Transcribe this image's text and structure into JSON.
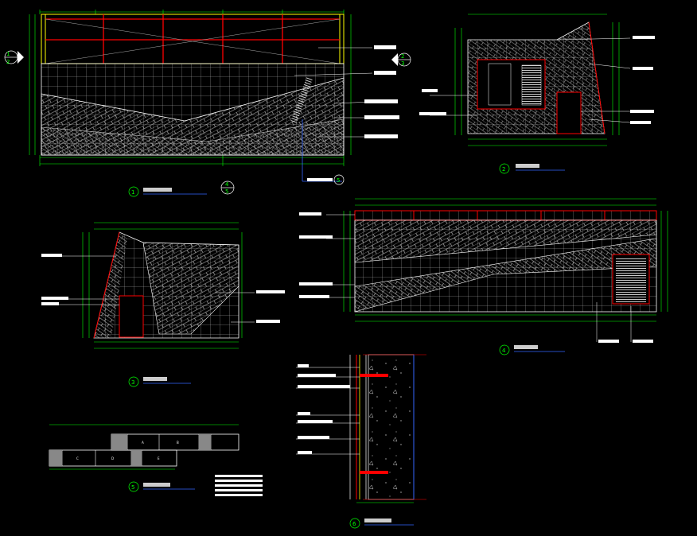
{
  "drawing": {
    "colors": {
      "background": "#000000",
      "dimension": "#00ff00",
      "outline": "#ffffff",
      "frame": "#ffff00",
      "steel": "#ff0000",
      "grid": "#ffffff",
      "section_line": "#3366ff"
    },
    "views": [
      {
        "id": "view-1",
        "number": "1",
        "title": "",
        "scale": ""
      },
      {
        "id": "view-2",
        "number": "2",
        "title": "",
        "scale": ""
      },
      {
        "id": "view-3",
        "number": "3",
        "title": "",
        "scale": ""
      },
      {
        "id": "view-4",
        "number": "4",
        "title": "",
        "scale": ""
      },
      {
        "id": "view-5",
        "number": "5",
        "title": "",
        "scale": ""
      },
      {
        "id": "view-6",
        "number": "6",
        "title": "",
        "scale": ""
      }
    ],
    "section_markers": [
      {
        "number": "1",
        "sub": "2"
      },
      {
        "number": "2",
        "sub": "3"
      },
      {
        "number": "4",
        "sub": "5"
      },
      {
        "number": "5",
        "sub": ""
      }
    ],
    "pattern_legend_letters": [
      "A",
      "B",
      "C",
      "D",
      "E"
    ]
  }
}
